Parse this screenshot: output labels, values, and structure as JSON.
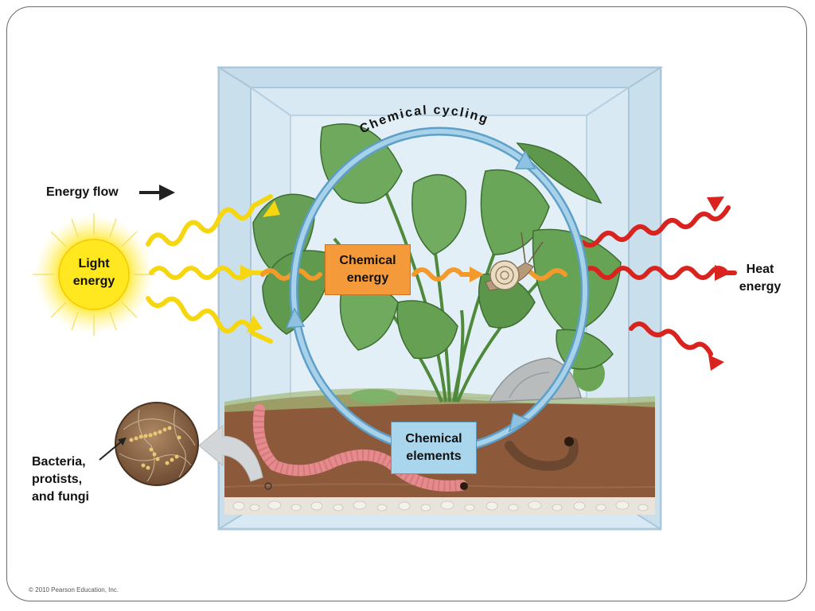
{
  "diagram": {
    "energy_flow_label": "Energy flow",
    "chemical_cycling_label": "Chemical cycling",
    "light_energy_label": "Light\nenergy",
    "chemical_energy_label": "Chemical\nenergy",
    "heat_energy_label": "Heat\nenergy",
    "chemical_elements_label": "Chemical\nelements",
    "decomposers_label": "Bacteria,\nprotists,\nand fungi"
  },
  "footer": {
    "copyright": "© 2010 Pearson Education, Inc."
  },
  "colors": {
    "light_arrow": "#f6d60f",
    "chemical_arrow": "#f39a2a",
    "heat_arrow": "#d8231e",
    "cycle_arrow": "#79b3d6",
    "chem_energy_box": "#f59a3a",
    "chem_elements_box": "#a9d6ec",
    "soil": "#8c5a3a",
    "leaf": "#5f9a4f"
  }
}
